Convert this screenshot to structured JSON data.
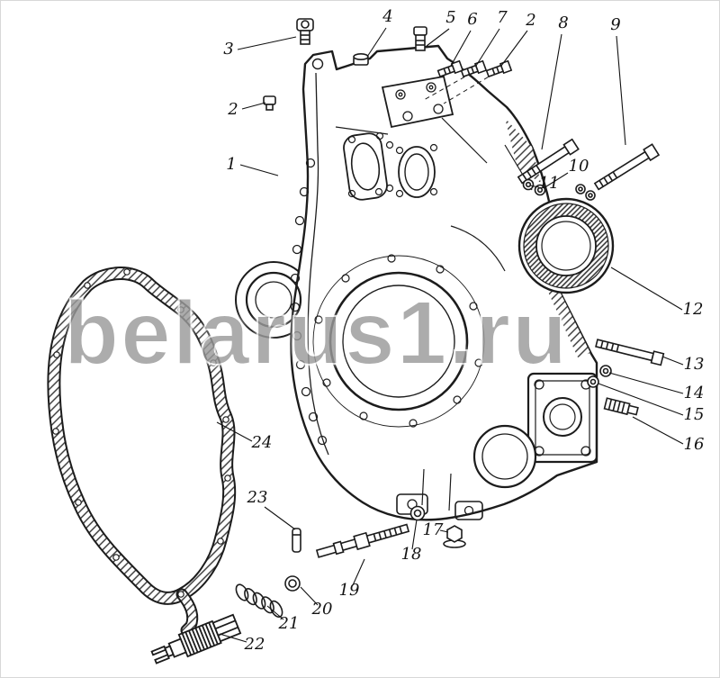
{
  "page": {
    "background": "#ffffff",
    "line_color": "#1c1c1c"
  },
  "watermark": {
    "text": "belarus1.ru",
    "color": "#9a9a9a"
  },
  "callouts": [
    {
      "label": "1"
    },
    {
      "label": "2"
    },
    {
      "label": "2"
    },
    {
      "label": "3"
    },
    {
      "label": "4"
    },
    {
      "label": "5"
    },
    {
      "label": "6"
    },
    {
      "label": "7"
    },
    {
      "label": "8"
    },
    {
      "label": "9"
    },
    {
      "label": "10"
    },
    {
      "label": "11"
    },
    {
      "label": "12"
    },
    {
      "label": "13"
    },
    {
      "label": "14"
    },
    {
      "label": "15"
    },
    {
      "label": "16"
    },
    {
      "label": "17"
    },
    {
      "label": "18"
    },
    {
      "label": "19"
    },
    {
      "label": "20"
    },
    {
      "label": "21"
    },
    {
      "label": "22"
    },
    {
      "label": "23"
    },
    {
      "label": "24"
    }
  ]
}
